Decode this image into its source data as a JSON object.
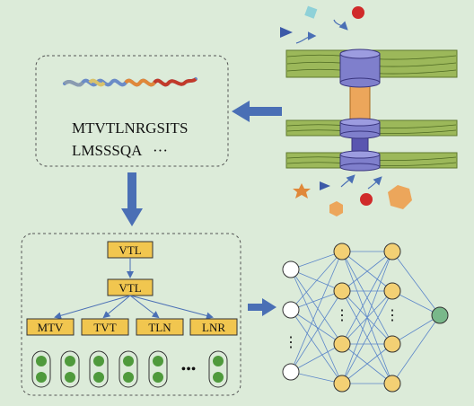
{
  "sequence": {
    "line1": "MTVTLNRGSITS",
    "line2": "LMSSSQA",
    "ellipsis": "···"
  },
  "tree": {
    "root": "VTL",
    "middle": "VTL",
    "leaves": [
      "MTV",
      "TVT",
      "TLN",
      "LNR"
    ]
  },
  "embedding": {
    "ellipsis": "•••"
  },
  "network": {
    "ellipsis": "⋮"
  },
  "colors": {
    "background": "#dcebd9",
    "arrow": "#4a6fb5",
    "kmer_box": "#f1c64f",
    "hidden_node": "#f3d074",
    "output_node": "#79b88a",
    "embedding_dot": "#4f9a3c",
    "membrane": "#9cb85a",
    "channel": "#7f7fcc",
    "pore": "#eca65b"
  },
  "icons": [
    "protein-helix-icon",
    "membrane-channel-icon",
    "hexagon-icon",
    "star-icon",
    "triangle-icon",
    "circle-icon",
    "square-icon"
  ]
}
